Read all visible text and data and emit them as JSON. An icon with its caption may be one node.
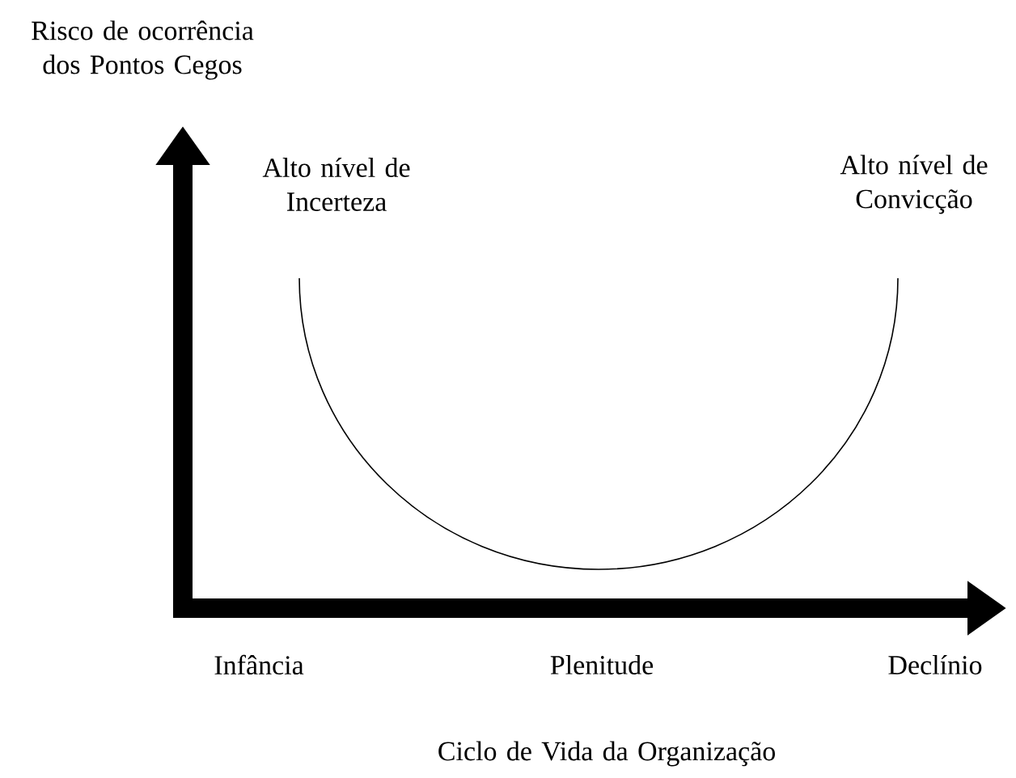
{
  "diagram": {
    "labels": [
      "Risco de ocorrência dos Pontos Cegos",
      "Alto nível de Incerteza",
      "Alto nível de Convicção",
      "Infância",
      "Plenitude",
      "Declínio",
      "Ciclo de Vida da Organização"
    ]
  }
}
